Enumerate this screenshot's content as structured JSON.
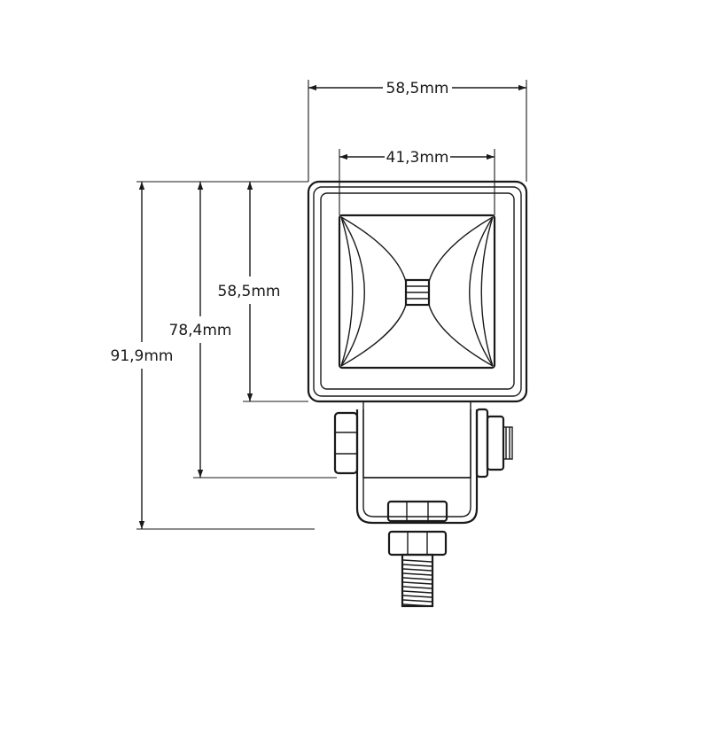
{
  "dimensions": {
    "housing_width": "58,5mm",
    "lens_width": "41,3mm",
    "housing_height": "58,5mm",
    "height_to_bracket": "78,4mm",
    "overall_height": "91,9mm"
  },
  "colors": {
    "line": "#1a1a1a",
    "background": "#ffffff"
  }
}
